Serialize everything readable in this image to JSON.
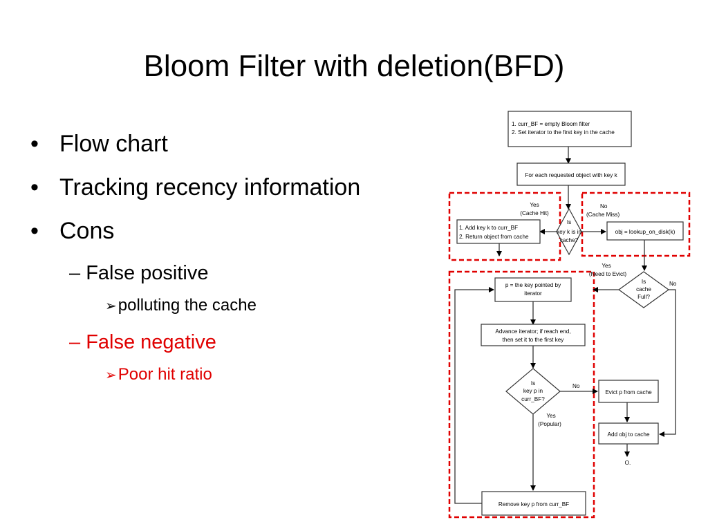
{
  "slide": {
    "title": "Bloom Filter with deletion(BFD)",
    "bullets": [
      {
        "label": "Flow chart"
      },
      {
        "label": "Tracking recency information"
      },
      {
        "label": "Cons",
        "subs": [
          {
            "label": "False positive",
            "color": "#000000",
            "items": [
              "polluting the cache"
            ]
          },
          {
            "label": "False negative",
            "color": "#e00000",
            "items": [
              "Poor hit ratio"
            ]
          }
        ]
      }
    ],
    "dash": "–",
    "bullet_glyph": "•",
    "arrow_glyph": "➢"
  },
  "flowchart": {
    "box_init_1": "1. curr_BF = empty Bloom filter",
    "box_init_2": "2. Set iterator to the first key in the cache",
    "box_each": "For each requested object with key k",
    "box_hit_1": "1. Add key k to curr_BF",
    "box_hit_2": "2. Return object from cache",
    "dia_incache_1": "Is",
    "dia_incache_2": "key k is in",
    "dia_incache_3": "cache?",
    "box_lookup": "obj = lookup_on_disk(k)",
    "lbl_yes_hit_1": "Yes",
    "lbl_yes_hit_2": "(Cache Hit)",
    "lbl_no_miss_1": "No",
    "lbl_no_miss_2": "(Cache Miss)",
    "lbl_yes_evict_1": "Yes",
    "lbl_yes_evict_2": "(Need to Evict)",
    "dia_full_1": "Is",
    "dia_full_2": "cache",
    "dia_full_3": "Full?",
    "lbl_no_full": "No",
    "box_p_1": "p = the key pointed by",
    "box_p_2": "iterator",
    "box_adv_1": "Advance iterator; if reach end,",
    "box_adv_2": "then set it to the first key",
    "dia_inbf_1": "Is",
    "dia_inbf_2": "key p in",
    "dia_inbf_3": "curr_BF?",
    "lbl_no_inbf": "No",
    "lbl_yes_pop_1": "Yes",
    "lbl_yes_pop_2": "(Popular)",
    "box_evict": "Evict p from cache",
    "box_add": "Add obj to cache",
    "box_remove": "Remove key p from curr_BF",
    "end_mark": "O."
  }
}
